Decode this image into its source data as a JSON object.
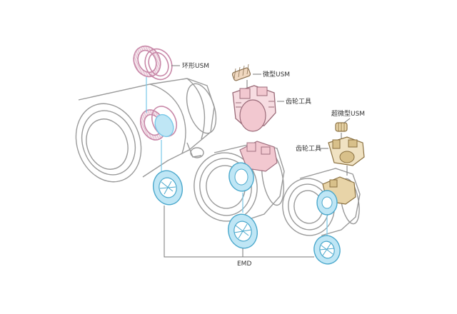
{
  "labels": {
    "ring_usm": "环形USM",
    "micro_usm": "微型USM",
    "gear_tool_1": "齿轮工具",
    "super_micro_usm": "超微型USM",
    "gear_tool_2": "齿轮工具",
    "emd": "EMD"
  },
  "colors": {
    "outline": "#9a9a9a",
    "ring_usm": "#c888a8",
    "emd": "#78c8e8",
    "gear_pink": "#f2c8d0",
    "gear_gold": "#d8c08a",
    "leader": "#777777"
  }
}
